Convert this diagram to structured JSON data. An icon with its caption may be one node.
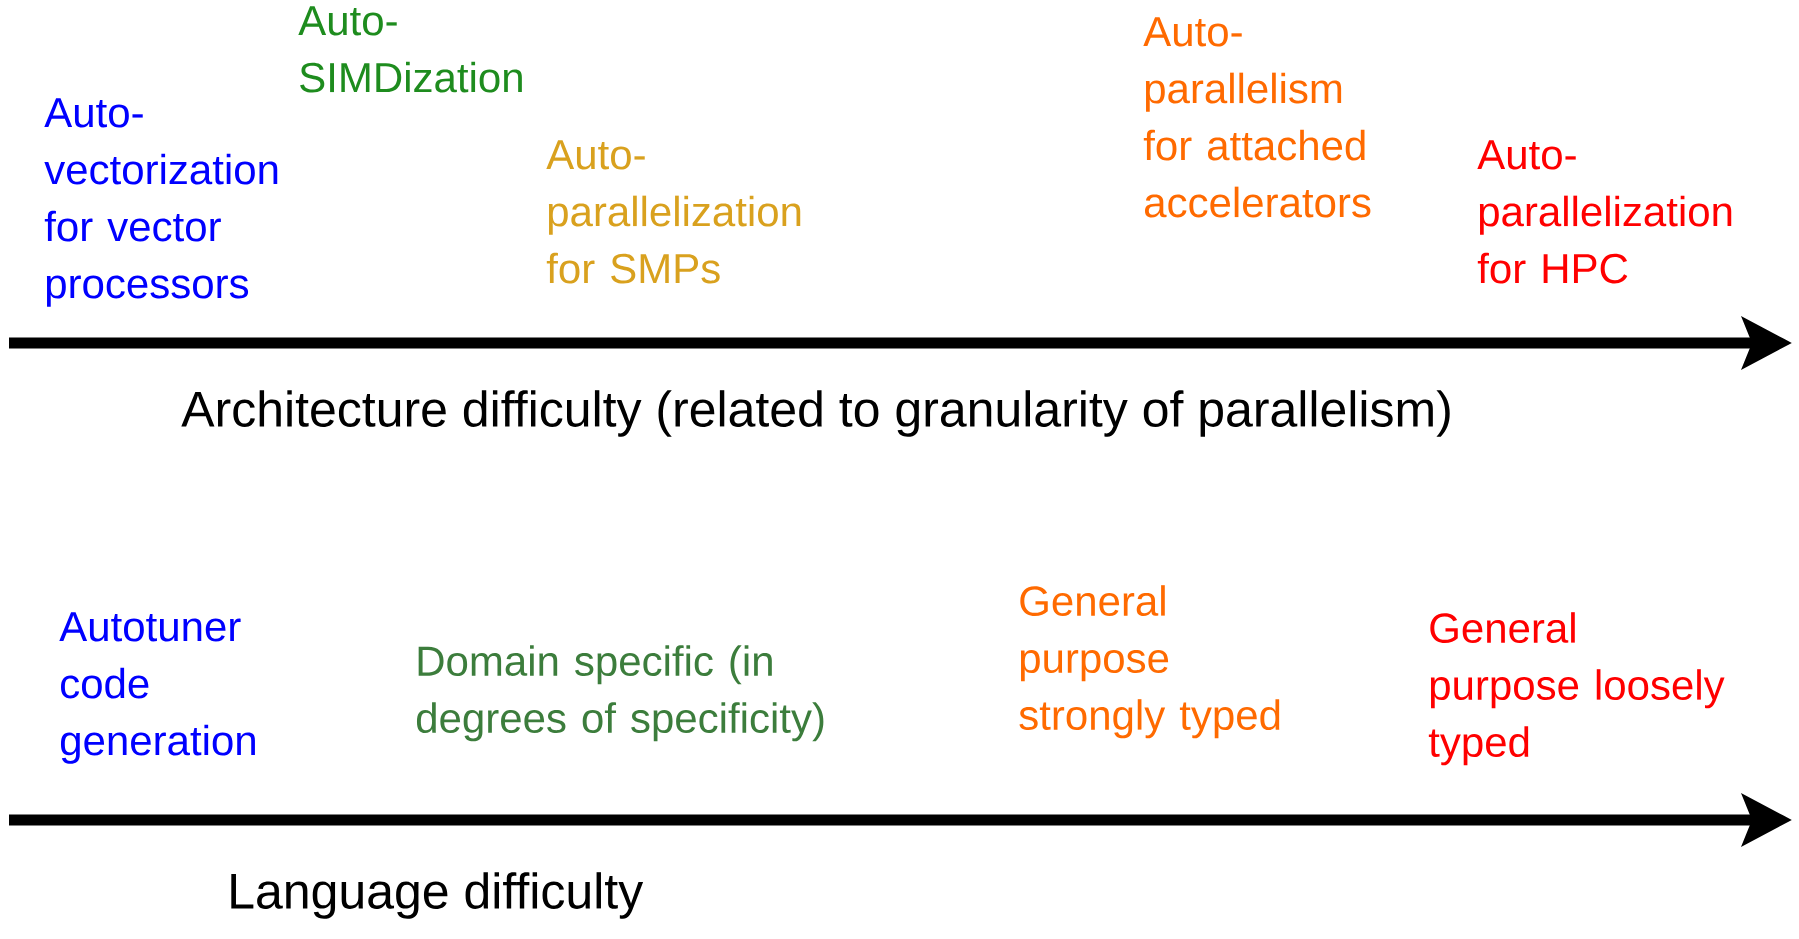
{
  "diagram": {
    "labels": [
      "Auto- vectorization for vector processors",
      "Auto- SIMDization",
      "Auto- parallelization for SMPs",
      "Auto- parallelism for attached accelerators",
      "Auto- parallelization for HPC",
      "Architecture difficulty (related to granularity of parallelism)",
      "Autotuner code generation",
      "Domain specific (in degrees of specificity)",
      "General purpose strongly typed",
      "General purpose loosely typed",
      "Language difficulty"
    ]
  }
}
